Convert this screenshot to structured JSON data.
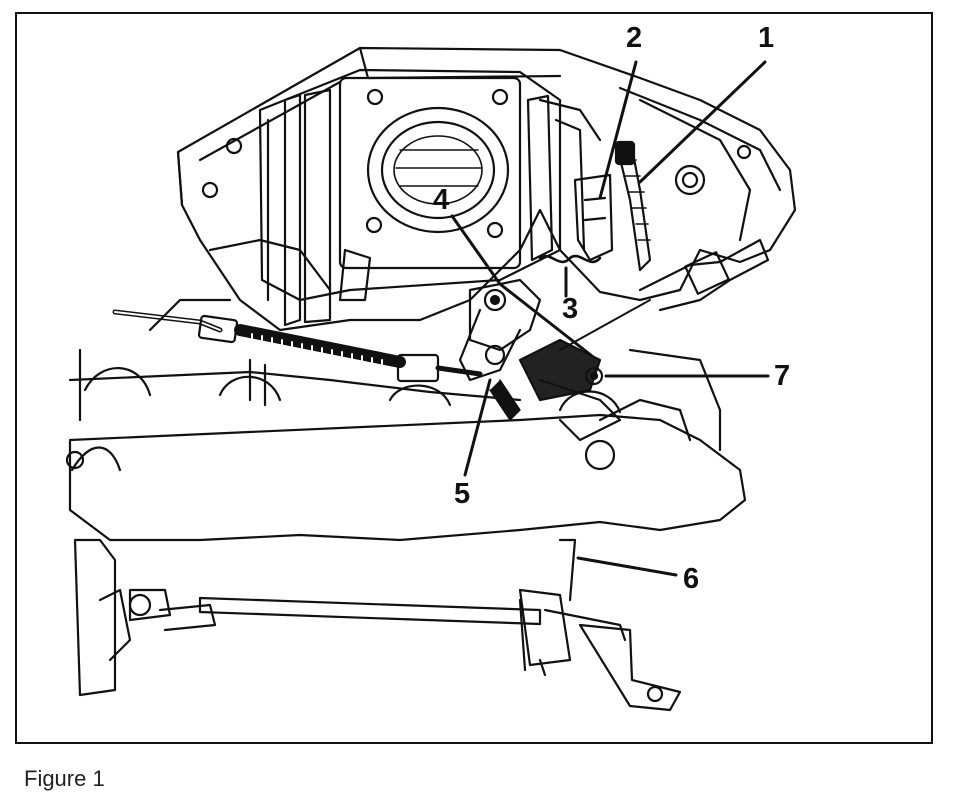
{
  "figure": {
    "caption": "Figure 1",
    "callouts": [
      {
        "id": "1",
        "label": "1"
      },
      {
        "id": "2",
        "label": "2"
      },
      {
        "id": "3",
        "label": "3"
      },
      {
        "id": "4",
        "label": "4"
      },
      {
        "id": "5",
        "label": "5"
      },
      {
        "id": "6",
        "label": "6"
      },
      {
        "id": "7",
        "label": "7"
      }
    ]
  },
  "colors": {
    "ink": "#111111",
    "paper": "#ffffff"
  }
}
